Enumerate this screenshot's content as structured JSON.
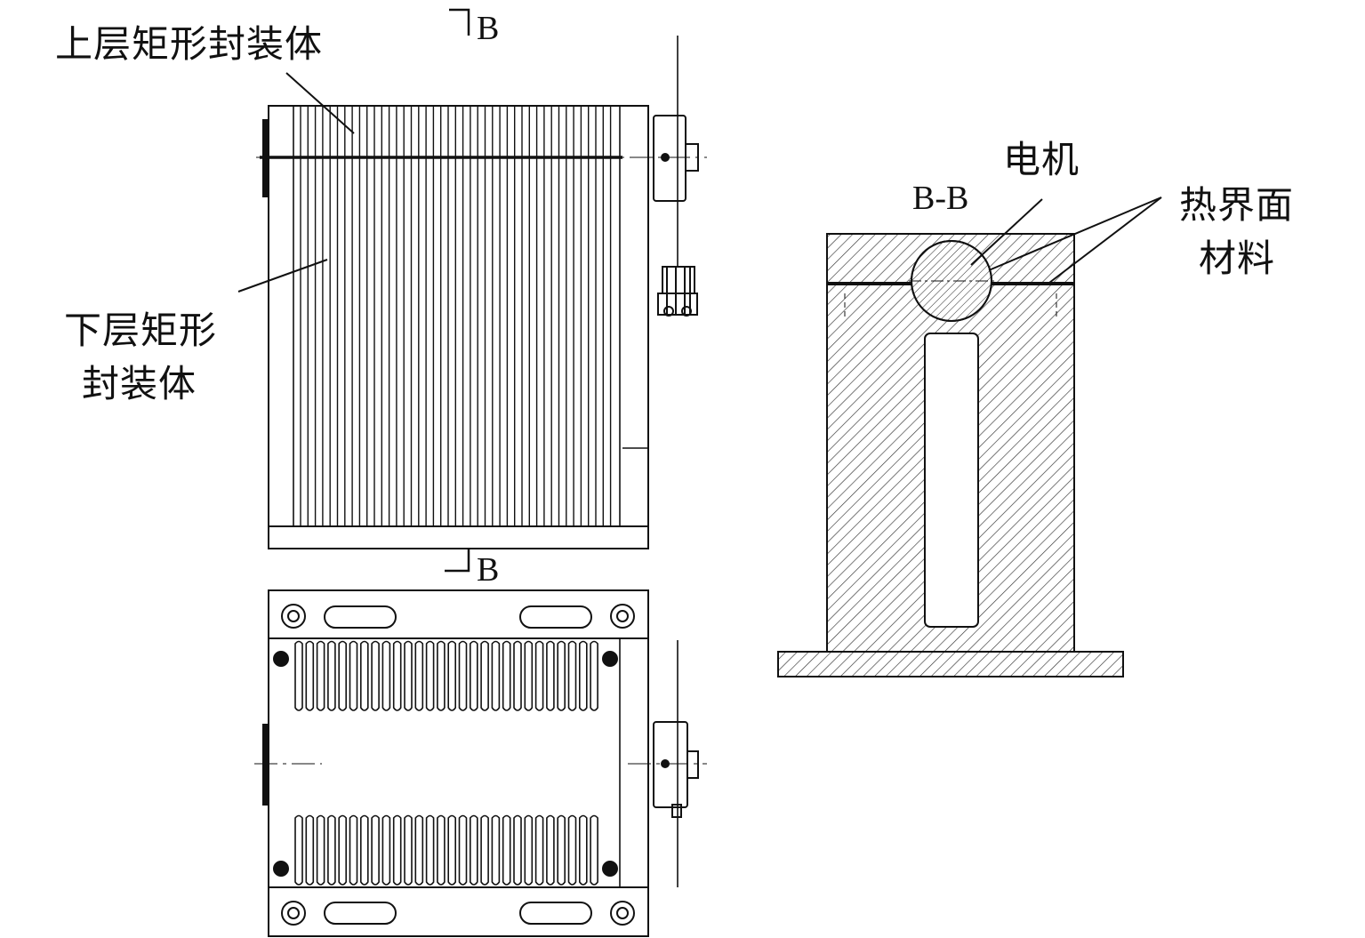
{
  "labels": {
    "upper_package": "上层矩形封装体",
    "lower_package_line1": "下层矩形",
    "lower_package_line2": "封装体",
    "section_mark_top": "B",
    "section_mark_bottom": "B",
    "section_title": "B-B",
    "motor": "电机",
    "tim_line1": "热界面",
    "tim_line2": "材料"
  },
  "colors": {
    "ink": "#111111",
    "hatch": "#333333",
    "background": "#ffffff"
  }
}
